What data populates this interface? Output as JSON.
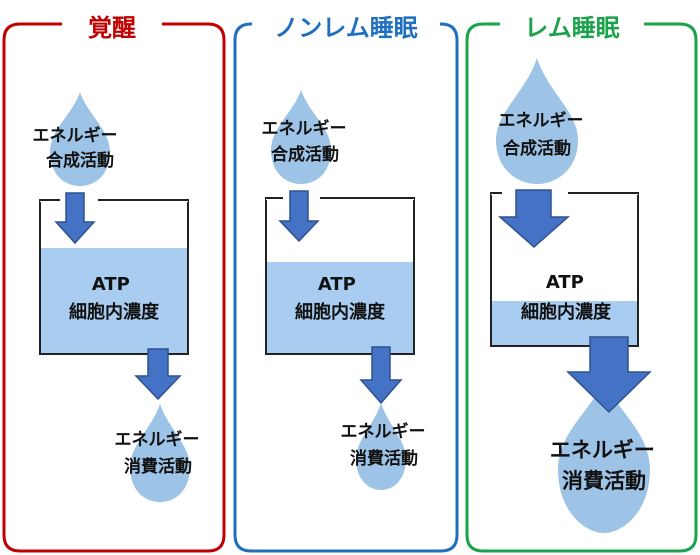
{
  "panels": [
    {
      "title": "覚醒",
      "color": "#c00000",
      "synthesis": [
        "エネルギー",
        "合成活動"
      ],
      "level_label": [
        "ATP",
        "細胞内濃度"
      ],
      "consumption": [
        "エネルギー",
        "消費活動"
      ]
    },
    {
      "title": "ノンレム睡眠",
      "color": "#1f6fbf",
      "synthesis": [
        "エネルギー",
        "合成活動"
      ],
      "level_label": [
        "ATP",
        "細胞内濃度"
      ],
      "consumption": [
        "エネルギー",
        "消費活動"
      ]
    },
    {
      "title": "レム睡眠",
      "color": "#1aa34a",
      "synthesis": [
        "エネルギー",
        "合成活動"
      ],
      "level_label": [
        "ATP",
        "細胞内濃度"
      ],
      "consumption": [
        "エネルギー",
        "消費活動"
      ]
    }
  ],
  "colors": {
    "drop": "#9dc3e6",
    "fill": "#a9cdf0",
    "arrow": "#4472c4",
    "arrow_edge": "#2f528f"
  }
}
